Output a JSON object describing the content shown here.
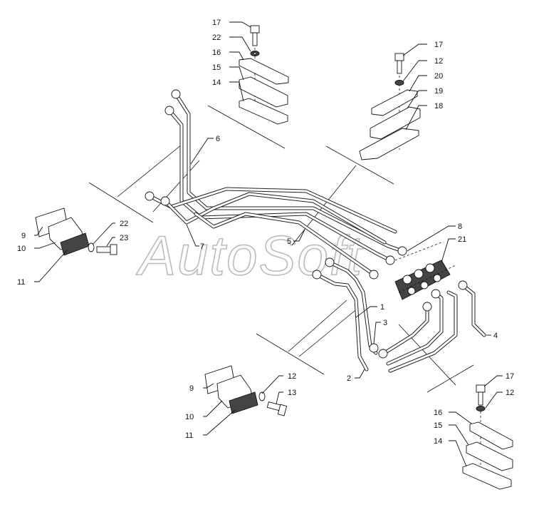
{
  "watermark": "AutoSoft",
  "labels": {
    "17a": "17",
    "22a": "22",
    "16a": "16",
    "15a": "15",
    "14a": "14",
    "17b": "17",
    "12b": "12",
    "20": "20",
    "19": "19",
    "18": "18",
    "6": "6",
    "7": "7",
    "5": "5",
    "8": "8",
    "21": "21",
    "9a": "9",
    "10a": "10",
    "11a": "11",
    "22b": "22",
    "23": "23",
    "1": "1",
    "3": "3",
    "2": "2",
    "4": "4",
    "9b": "9",
    "10b": "10",
    "11b": "11",
    "12c": "12",
    "13": "13",
    "17c": "17",
    "12d": "12",
    "16b": "16",
    "15b": "15",
    "14b": "14"
  }
}
